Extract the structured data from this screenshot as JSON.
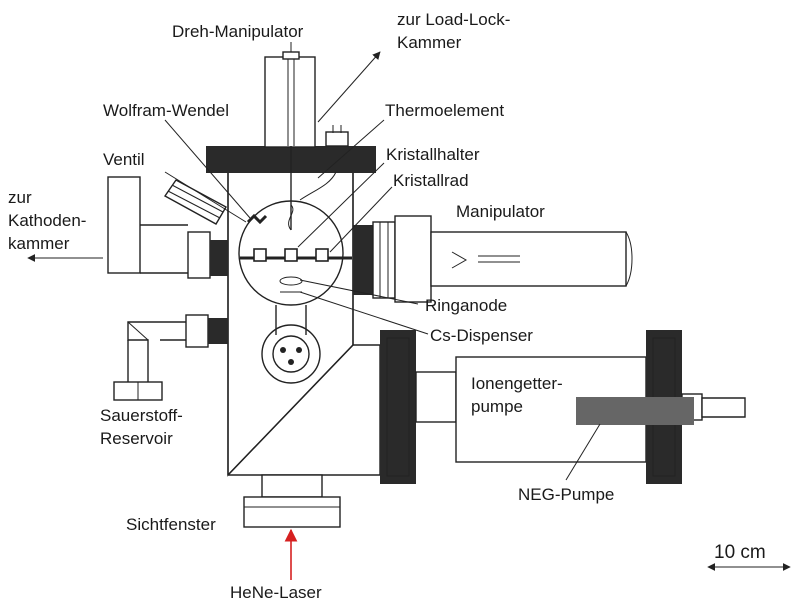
{
  "labels": {
    "dreh_manipulator": "Dreh-Manipulator",
    "load_lock_1": "zur Load-Lock-",
    "load_lock_2": "Kammer",
    "wolfram_wendel": "Wolfram-Wendel",
    "thermoelement": "Thermoelement",
    "ventil": "Ventil",
    "kristallhalter": "Kristallhalter",
    "kristallrad": "Kristallrad",
    "kathoden_1": "zur",
    "kathoden_2": "Kathoden-",
    "kathoden_3": "kammer",
    "manipulator": "Manipulator",
    "ringanode": "Ringanode",
    "cs_dispenser": "Cs-Dispenser",
    "ionengetter_1": "Ionengetter-",
    "ionengetter_2": "pumpe",
    "sauerstoff_1": "Sauerstoff-",
    "sauerstoff_2": "Reservoir",
    "neg_pumpe": "NEG-Pumpe",
    "sichtfenster": "Sichtfenster",
    "hene_laser": "HeNe-Laser",
    "scale": "10 cm"
  },
  "colors": {
    "line": "#222222",
    "laser": "#d62020",
    "neg_fill": "#666666",
    "flange_dark": "#2a2a2a"
  }
}
